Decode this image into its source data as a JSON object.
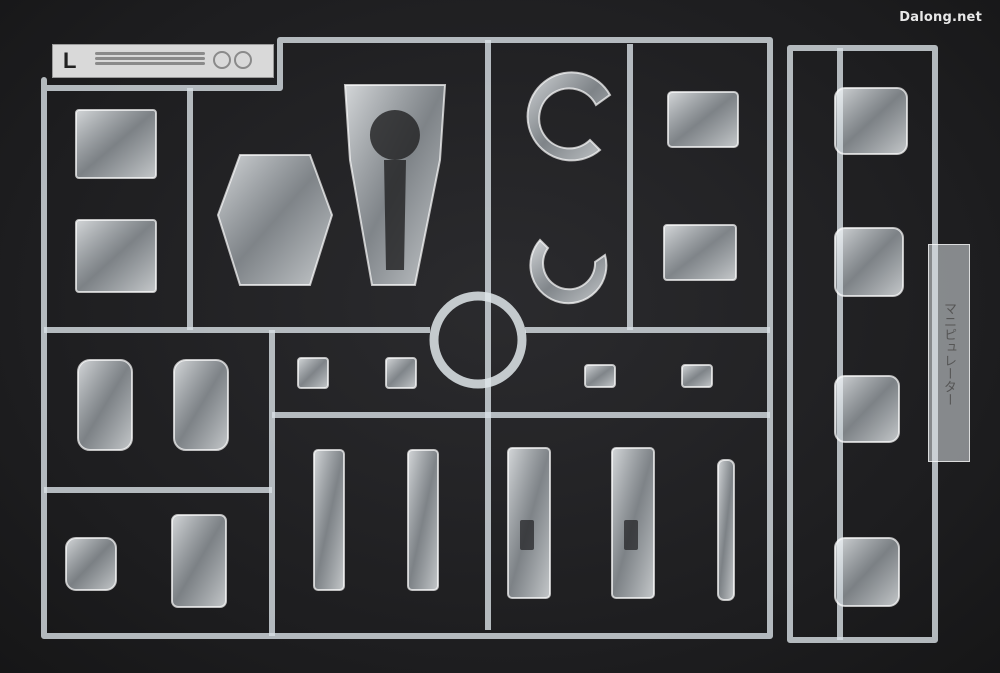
{
  "watermark": "Dalong.net",
  "runner": {
    "letter": "L",
    "side_tab_text": "マニピュレーター"
  },
  "colors": {
    "background": "#202022",
    "plastic": "#dfe6ea",
    "plastic_edge": "#ffffff"
  }
}
